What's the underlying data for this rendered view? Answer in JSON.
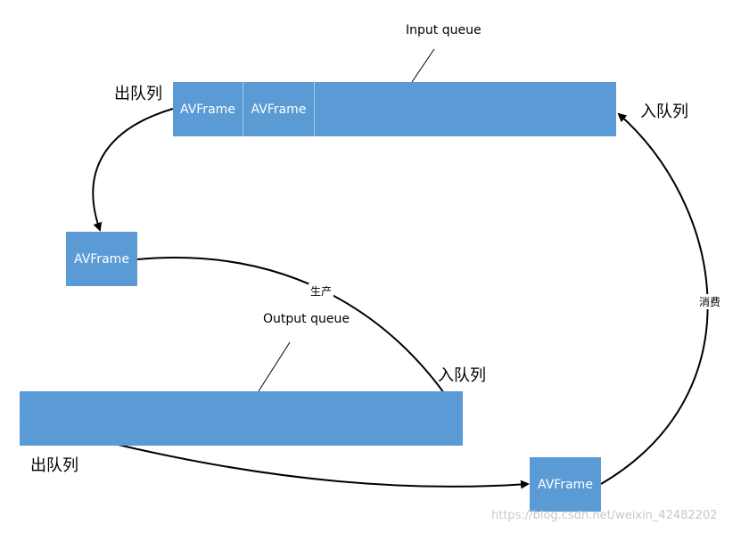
{
  "input_queue": {
    "title": "Input queue",
    "cells": [
      "AVFrame",
      "AVFrame"
    ],
    "dequeue_label": "出队列",
    "enqueue_label": "入队列"
  },
  "producer_frame": {
    "label": "AVFrame"
  },
  "produce_label": "生产",
  "output_queue": {
    "title": "Output queue",
    "enqueue_label": "入队列",
    "dequeue_label": "出队列"
  },
  "consumer_frame": {
    "label": "AVFrame"
  },
  "consume_label": "消费",
  "watermark": "https://blog.csdn.net/weixin_42482202",
  "colors": {
    "box_fill": "#5b9bd5",
    "arrow": "#000000",
    "text_on_box": "#ffffff"
  }
}
